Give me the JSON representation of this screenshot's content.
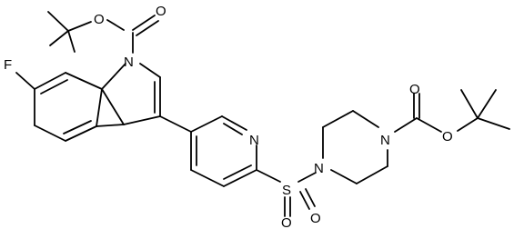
{
  "atoms": {
    "O1": "O",
    "O2": "O",
    "F": "F",
    "N_indole": "N",
    "N_pyridine": "N",
    "N_pip1": "N",
    "N_pip2": "N",
    "O3": "O",
    "O4": "O",
    "S": "S",
    "O5": "O",
    "O6": "O"
  }
}
